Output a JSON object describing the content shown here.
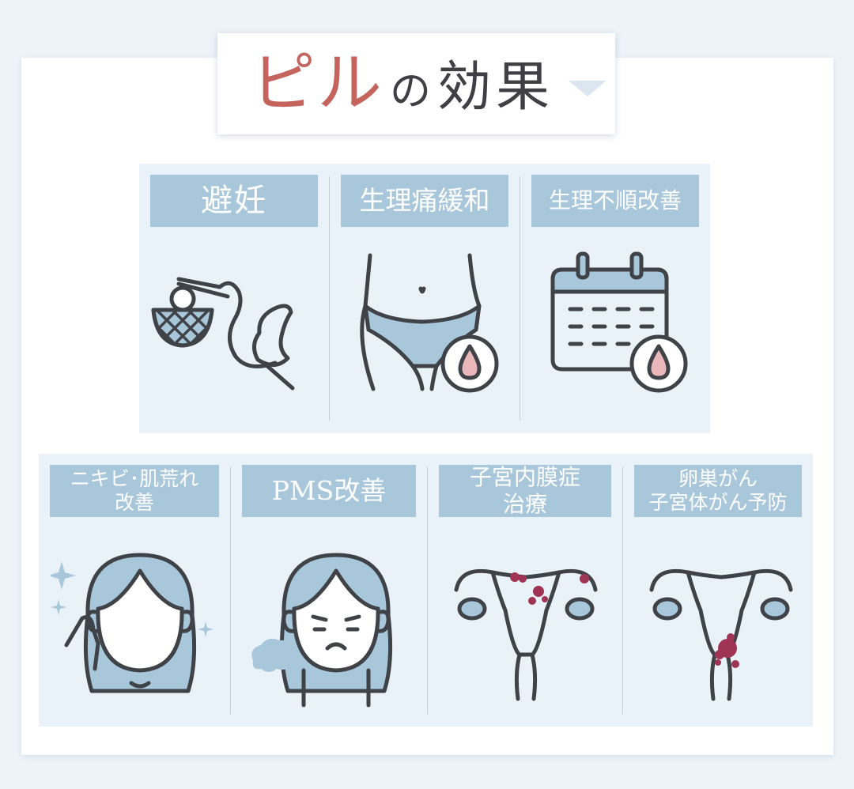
{
  "title": {
    "accent": "ピル",
    "particle": "の",
    "rest": "効果"
  },
  "effects": [
    {
      "label": "避妊",
      "icon": "stork-icon"
    },
    {
      "label": "生理痛緩和",
      "icon": "underwear-drop-icon"
    },
    {
      "label": "生理不順改善",
      "icon": "calendar-drop-icon"
    },
    {
      "label_lines": [
        "ニキビ･肌荒れ",
        "改善"
      ],
      "icon": "clear-skin-woman-icon"
    },
    {
      "label": "PMS改善",
      "icon": "sighing-woman-icon"
    },
    {
      "label_lines": [
        "子宮内膜症",
        "治療"
      ],
      "icon": "uterus-endometriosis-icon"
    },
    {
      "label_lines": [
        "卵巣がん",
        "子宮体がん予防"
      ],
      "icon": "uterus-cancer-icon"
    }
  ],
  "colors": {
    "accent": "#c4645d",
    "label_bg": "#a9c7db",
    "panel_bg": "#eaf2f9",
    "icon_fill": "#a9c7db",
    "icon_stroke": "#3f4247",
    "drop": "#eab8bb",
    "lesion": "#a03455"
  }
}
